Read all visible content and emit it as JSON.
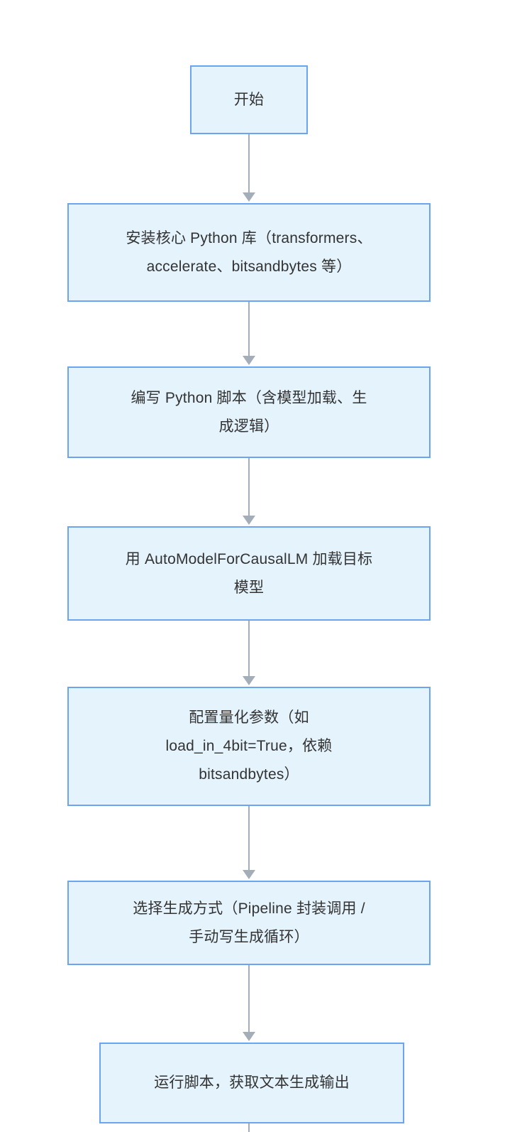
{
  "diagram": {
    "type": "flowchart",
    "orientation": "top-to-bottom",
    "title": "",
    "colors": {
      "node_fill": "#e4f3fc",
      "node_border": "#6ba4f0",
      "connector": "#a3aeb9",
      "text": "#333333",
      "background": "#ffffff"
    },
    "nodes": [
      {
        "id": "start",
        "shape": "rectangle",
        "label": "开始"
      },
      {
        "id": "n1",
        "shape": "rectangle",
        "label": "安装核心 Python 库（transformers、\naccelerate、bitsandbytes 等）"
      },
      {
        "id": "n2",
        "shape": "rectangle",
        "label": "编写 Python 脚本（含模型加载、生\n成逻辑）"
      },
      {
        "id": "n3",
        "shape": "rectangle",
        "label": "用 AutoModelForCausalLM 加载目标\n模型"
      },
      {
        "id": "n4",
        "shape": "rectangle",
        "label": "配置量化参数（如\nload_in_4bit=True，依赖\nbitsandbytes）"
      },
      {
        "id": "n5",
        "shape": "rectangle",
        "label": "选择生成方式（Pipeline 封装调用 /\n手动写生成循环）"
      },
      {
        "id": "n6",
        "shape": "rectangle",
        "label": "运行脚本，获取文本生成输出"
      }
    ],
    "edges": [
      {
        "from": "start",
        "to": "n1",
        "label": ""
      },
      {
        "from": "n1",
        "to": "n2",
        "label": ""
      },
      {
        "from": "n2",
        "to": "n3",
        "label": ""
      },
      {
        "from": "n3",
        "to": "n4",
        "label": ""
      },
      {
        "from": "n4",
        "to": "n5",
        "label": ""
      },
      {
        "from": "n5",
        "to": "n6",
        "label": ""
      },
      {
        "from": "n6",
        "to": "",
        "label": ""
      }
    ]
  }
}
